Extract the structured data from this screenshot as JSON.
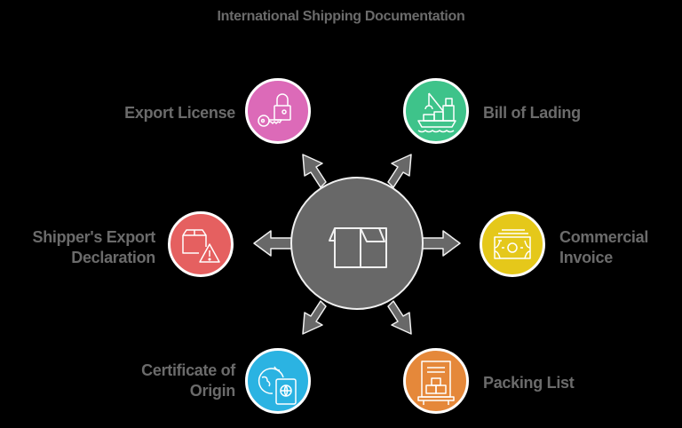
{
  "title": "International Shipping Documentation",
  "center": {
    "icon": "open-box-icon",
    "color": "#686868"
  },
  "nodes": [
    {
      "id": "export-license",
      "label": "Export License",
      "icon": "lock-key-icon",
      "color": "#dc6ab8"
    },
    {
      "id": "bill-of-lading",
      "label": "Bill of Lading",
      "icon": "cargo-ship-icon",
      "color": "#3ec38a"
    },
    {
      "id": "commercial-invoice",
      "label_line1": "Commercial",
      "label_line2": "Invoice",
      "icon": "banknotes-icon",
      "color": "#e5c81a"
    },
    {
      "id": "packing-list",
      "label": "Packing List",
      "icon": "truck-boxes-icon",
      "color": "#e5883a"
    },
    {
      "id": "certificate-of-origin",
      "label_line1": "Certificate of",
      "label_line2": "Origin",
      "icon": "globe-passport-icon",
      "color": "#2bb3e2"
    },
    {
      "id": "shippers-export-declaration",
      "label_line1": "Shipper's Export",
      "label_line2": "Declaration",
      "icon": "box-warning-icon",
      "color": "#e56060"
    }
  ]
}
